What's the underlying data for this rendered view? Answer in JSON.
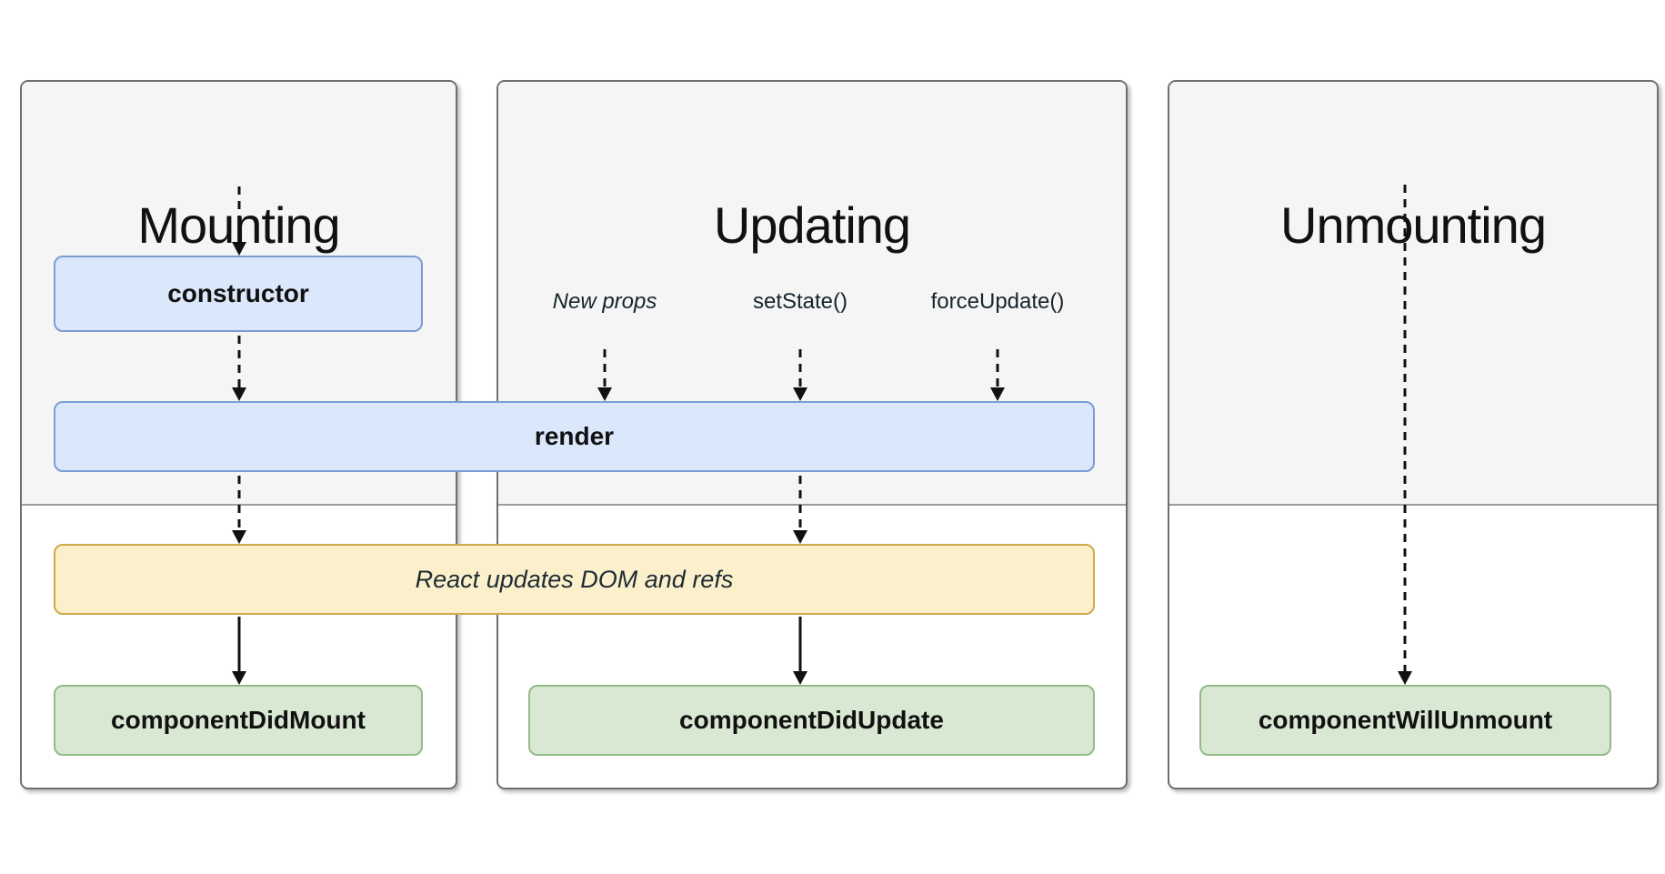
{
  "columns": [
    {
      "id": "mounting",
      "title": "Mounting"
    },
    {
      "id": "updating",
      "title": "Updating",
      "triggers": [
        "New props",
        "setState()",
        "forceUpdate()"
      ]
    },
    {
      "id": "unmounting",
      "title": "Unmounting"
    }
  ],
  "boxes": {
    "constructor": "constructor",
    "render": "render",
    "react_updates": "React updates DOM and refs",
    "component_did_mount": "componentDidMount",
    "component_did_update": "componentDidUpdate",
    "component_will_unmount": "componentWillUnmount"
  },
  "colors": {
    "blue_fill": "#dbe7fb",
    "blue_border": "#7e9cd4",
    "yellow_fill": "#fcf0cc",
    "yellow_border": "#cfa94c",
    "green_fill": "#d9e8d3",
    "green_border": "#94bb87",
    "panel_fill": "#f5f5f5",
    "panel_border": "#6f6f6f",
    "divider": "#9c9c9c",
    "arrow": "#111111",
    "title_text": "#111111"
  }
}
